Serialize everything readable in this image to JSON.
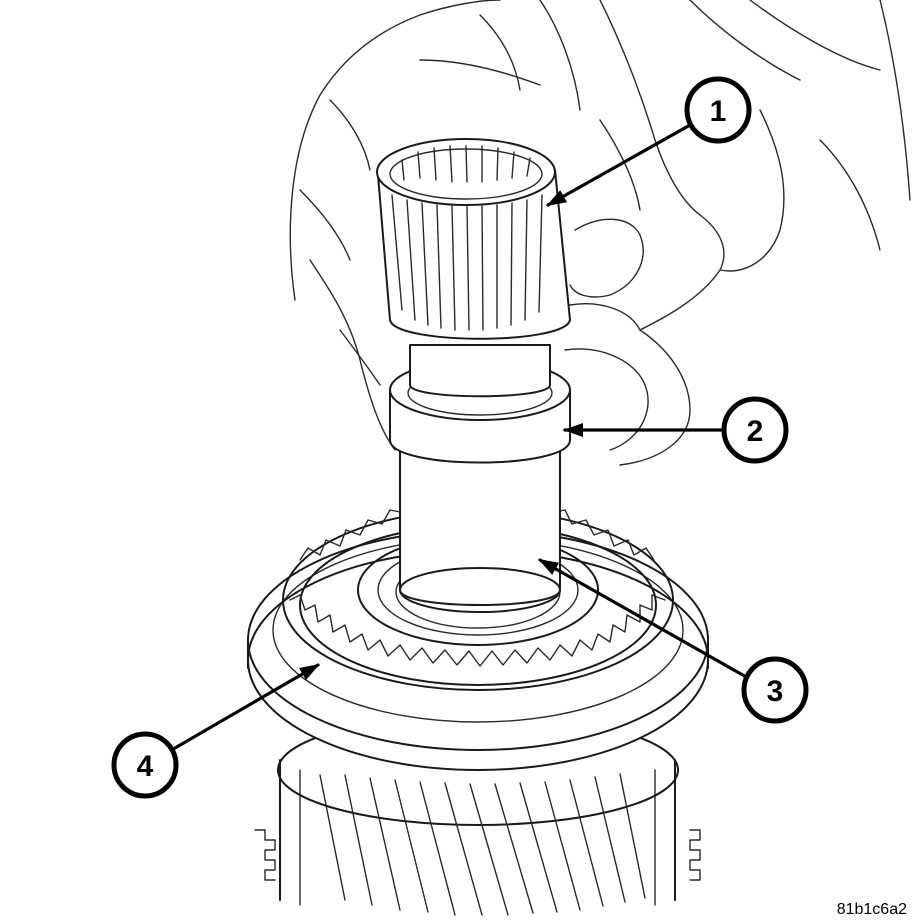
{
  "callouts": [
    {
      "label": "1"
    },
    {
      "label": "2"
    },
    {
      "label": "3"
    },
    {
      "label": "4"
    }
  ],
  "figure_code": "81b1c6a2"
}
